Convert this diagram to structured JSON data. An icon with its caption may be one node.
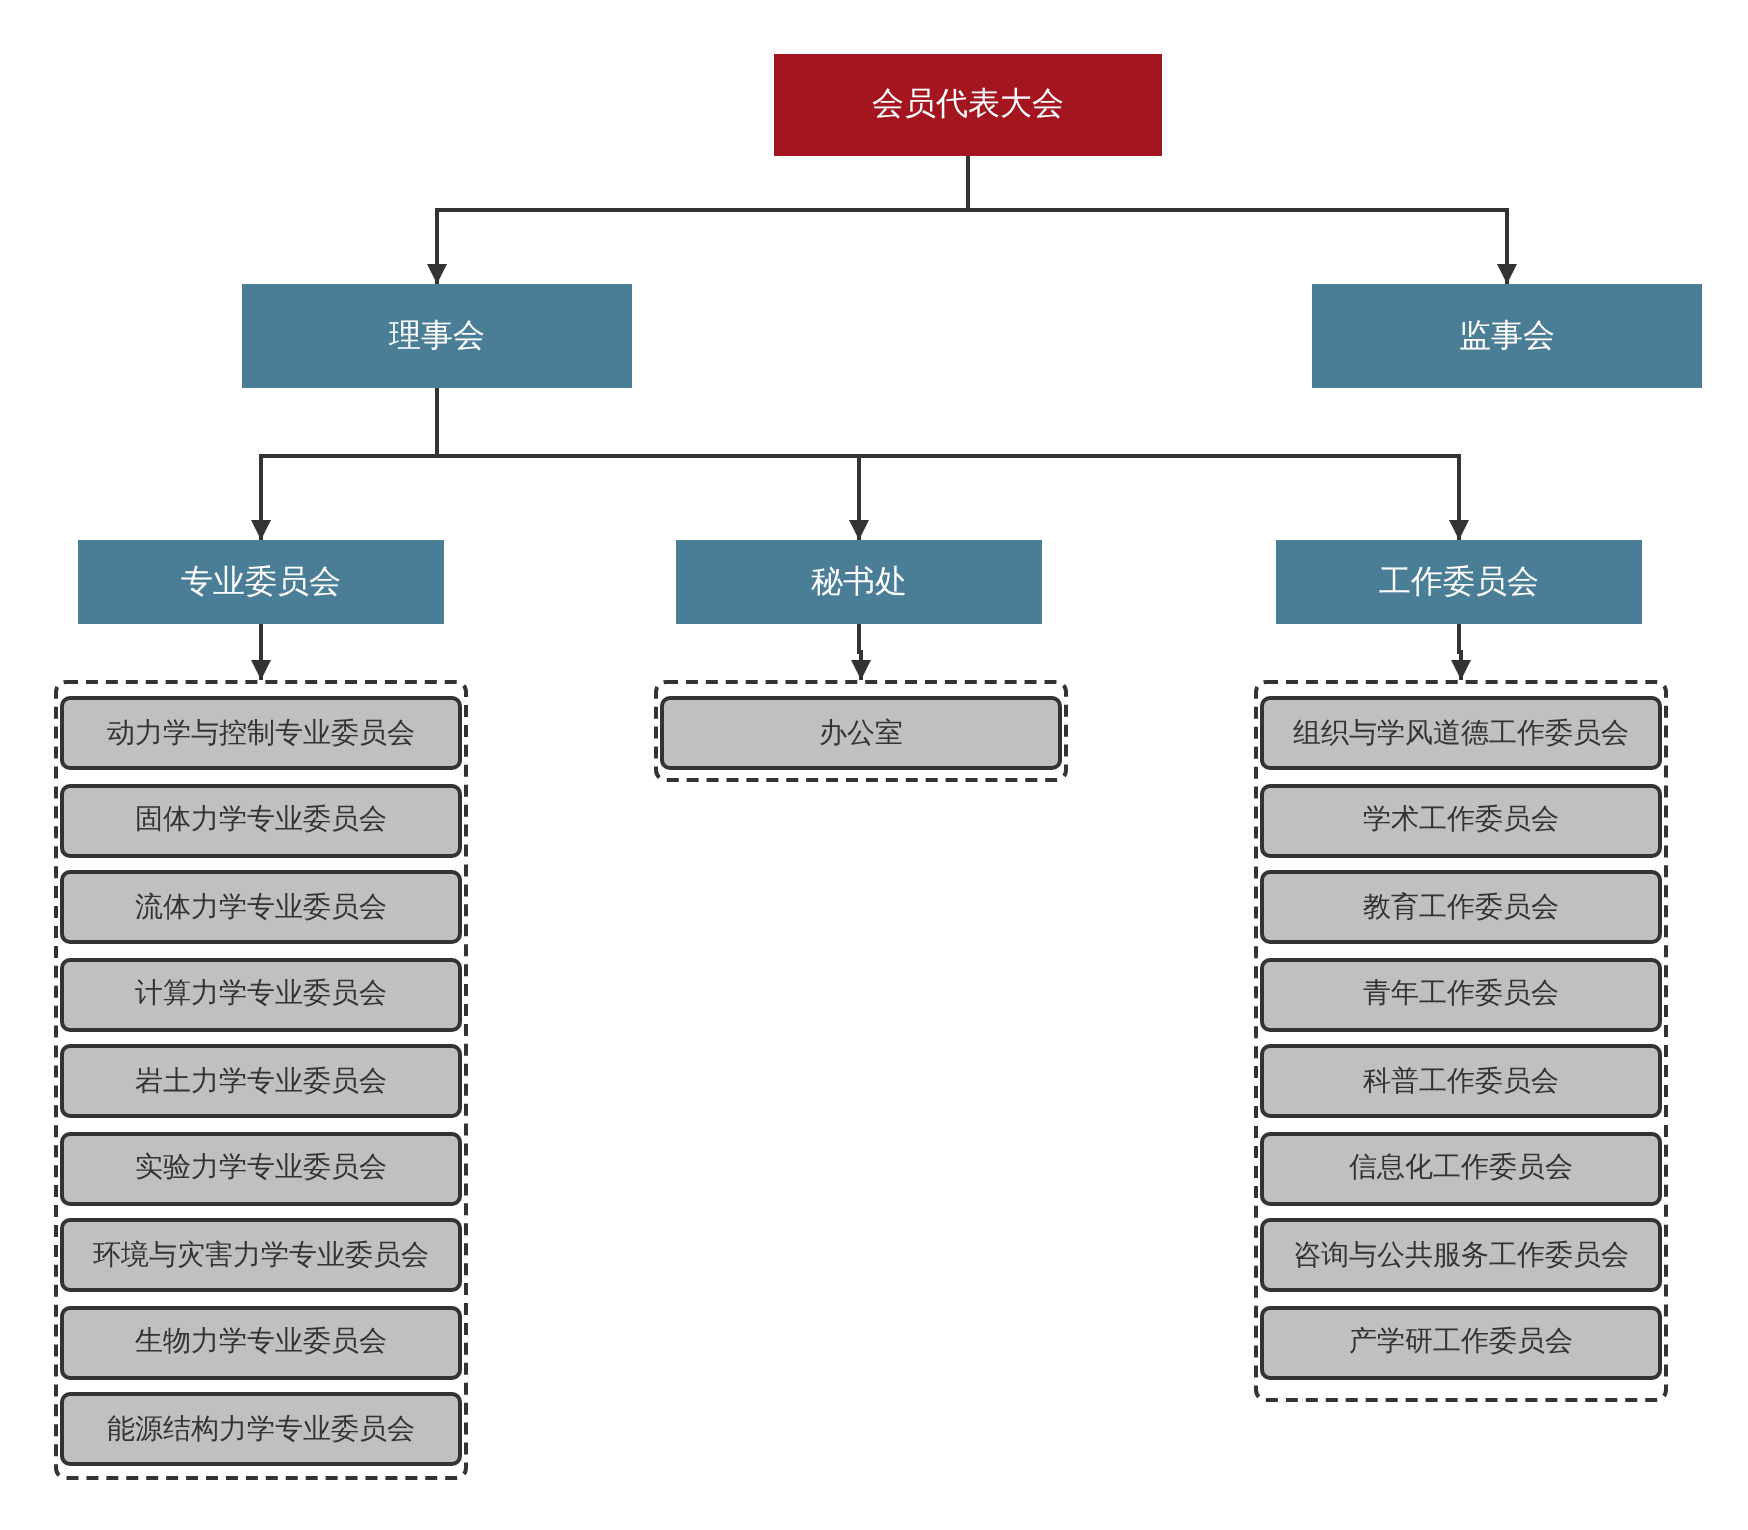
{
  "diagram": {
    "nodes": [
      {
        "text": [
          "会员代表大会"
        ]
      },
      {
        "text": [
          "理事会"
        ]
      },
      {
        "text": [
          "监事会"
        ]
      },
      {
        "text": [
          "专业委员会"
        ]
      },
      {
        "text": [
          "秘书处"
        ]
      },
      {
        "text": [
          "工作委员会"
        ]
      },
      {
        "text": [],
        "shape": "box"
      },
      {
        "text": [
          "动力学与控制专业委员会"
        ],
        "in": 6
      },
      {
        "text": [
          "固体力学专业委员会"
        ],
        "in": 6
      },
      {
        "text": [
          "流体力学专业委员会"
        ],
        "in": 6
      },
      {
        "text": [
          "计算力学专业委员会"
        ],
        "in": 6
      },
      {
        "text": [
          "岩土力学专业委员会"
        ],
        "in": 6
      },
      {
        "text": [
          "实验力学专业委员会"
        ],
        "in": 6
      },
      {
        "text": [
          "环境与灾害力学专业委员会"
        ],
        "in": 6
      },
      {
        "text": [
          "生物力学专业委员会"
        ],
        "in": 6
      },
      {
        "text": [
          "能源结构力学专业委员会"
        ],
        "in": 6
      },
      {
        "text": [],
        "shape": "box"
      },
      {
        "text": [
          "办公室"
        ],
        "in": 16
      },
      {
        "text": [],
        "shape": "box"
      },
      {
        "text": [
          "组织与学风道德工作委员会"
        ],
        "in": 18
      },
      {
        "text": [
          "学术工作委员会"
        ],
        "in": 18
      },
      {
        "text": [
          "教育工作委员会"
        ],
        "in": 18
      },
      {
        "text": [
          "青年工作委员会"
        ],
        "in": 18
      },
      {
        "text": [
          "科普工作委员会"
        ],
        "in": 18
      },
      {
        "text": [
          "信息化工作委员会"
        ],
        "in": 18
      },
      {
        "text": [
          "咨询与公共服务工作委员会"
        ],
        "in": 18
      },
      {
        "text": [
          "产学研工作委员会"
        ],
        "in": 18
      }
    ],
    "edges": [
      {
        "from": 0,
        "to": 1,
        "arrow": "to"
      },
      {
        "from": 0,
        "to": 2,
        "arrow": "to"
      },
      {
        "from": 1,
        "to": 3,
        "arrow": "to"
      },
      {
        "from": 1,
        "to": 4,
        "arrow": "to"
      },
      {
        "from": 1,
        "to": 5,
        "arrow": "to"
      },
      {
        "from": 3,
        "to": 6,
        "arrow": "to"
      },
      {
        "from": 4,
        "to": 16,
        "arrow": "to"
      },
      {
        "from": 5,
        "to": 18,
        "arrow": "to"
      }
    ]
  }
}
